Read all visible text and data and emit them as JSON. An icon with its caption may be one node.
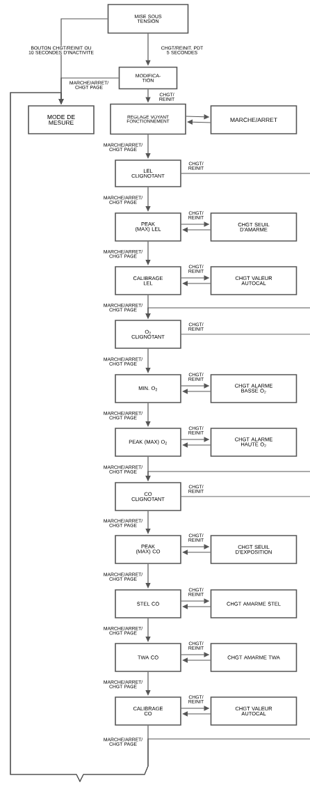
{
  "diagram": {
    "nodes": [
      {
        "text": [
          "MISE SOUS TENSION"
        ]
      },
      {
        "text": [
          "MODIFICA-TION"
        ]
      },
      {
        "text": [
          "MODE DE MESURE"
        ]
      },
      {
        "text": [
          "REGLAGE VOYANT FONCTIONNEMENT"
        ]
      },
      {
        "text": [
          "MARCHE/ARRET"
        ]
      },
      {
        "text": [
          "LEL CLIGNOTANT"
        ]
      },
      {
        "text": [
          "PEAK (MAX) LEL"
        ]
      },
      {
        "text": [
          "CHGT SEUIL D'AMARME"
        ]
      },
      {
        "text": [
          "CALIBRAGE LEL"
        ]
      },
      {
        "text": [
          "CHGT VALEUR AUTOCAL"
        ]
      },
      {
        "text": [
          "O$_{2}$ CLIGNOTANT"
        ]
      },
      {
        "text": [
          "MIN. O$_{2}$"
        ]
      },
      {
        "text": [
          "CHGT ALARME BASSE O$_{2}$"
        ]
      },
      {
        "text": [
          "PEAK (MAX) O$_{2}$"
        ]
      },
      {
        "text": [
          "CHGT ALARME HAUTE O$_{2}$"
        ]
      },
      {
        "text": [
          "CO CLIGNOTANT"
        ]
      },
      {
        "text": [
          "PEAK (MAX) CO"
        ]
      },
      {
        "text": [
          "CHGT SEUIL D'EXPOSITION"
        ]
      },
      {
        "text": [
          "STEL CO"
        ]
      },
      {
        "text": [
          "CHGT AMARME STEL"
        ]
      },
      {
        "text": [
          "TWA CO"
        ]
      },
      {
        "text": [
          "CHGT AMARME TWA"
        ]
      },
      {
        "text": [
          "CALIBRAGE CO"
        ]
      },
      {
        "text": [
          "CHGT VALEUR AUTOCAL"
        ]
      }
    ],
    "edges": [
      {
        "from": 0,
        "to": 1,
        "arrow": "to",
        "label": "CHGT/REINIT. PDT 5 SECONDES"
      },
      {
        "from": 0,
        "to": 2,
        "arrow": "to",
        "label": "BOUTON CHGT/REINIT OU 10 SECONDES D'INACTIVITE"
      },
      {
        "from": 1,
        "to": 2,
        "arrow": "to",
        "label": "MARCHE/ARRET/ CHGT PAGE"
      },
      {
        "from": 1,
        "to": 3,
        "arrow": "to",
        "label": "CHGT/ REINIT"
      },
      {
        "from": 3,
        "to": 4,
        "arrow": "to"
      },
      {
        "from": 4,
        "to": 3,
        "arrow": "to"
      },
      {
        "from": 3,
        "to": 5,
        "arrow": "to",
        "label": "MARCHE/ARRET/ CHGT PAGE"
      },
      {
        "from": 5,
        "to": null,
        "arrow": "none",
        "label": "CHGT/ REINIT"
      },
      {
        "from": 5,
        "to": 6,
        "arrow": "to",
        "label": "MARCHE/ARRET/ CHGT PAGE"
      },
      {
        "from": 6,
        "to": 7,
        "arrow": "to",
        "label": "CHGT/ REINIT"
      },
      {
        "from": 7,
        "to": 6,
        "arrow": "to"
      },
      {
        "from": 6,
        "to": 8,
        "arrow": "to",
        "label": "MARCHE/ARRET/ CHGT PAGE"
      },
      {
        "from": 8,
        "to": 9,
        "arrow": "to",
        "label": "CHGT/ REINIT"
      },
      {
        "from": 9,
        "to": 8,
        "arrow": "to"
      },
      {
        "from": 8,
        "to": 10,
        "arrow": "to",
        "label": "MARCHE/ARRET/ CHGT PAGE"
      },
      {
        "from": null,
        "to": 10,
        "arrow": "to"
      },
      {
        "from": 10,
        "to": null,
        "arrow": "none",
        "label": "CHGT/ REINIT"
      },
      {
        "from": 10,
        "to": 11,
        "arrow": "to",
        "label": "MARCHE/ARRET/ CHGT PAGE"
      },
      {
        "from": 11,
        "to": 12,
        "arrow": "to",
        "label": "CHGT/ REINIT"
      },
      {
        "from": 12,
        "to": 11,
        "arrow": "to"
      },
      {
        "from": 11,
        "to": 13,
        "arrow": "to",
        "label": "MARCHE/ARRET/ CHGT PAGE"
      },
      {
        "from": 13,
        "to": 14,
        "arrow": "to",
        "label": "CHGT/ REINIT"
      },
      {
        "from": 14,
        "to": 13,
        "arrow": "to"
      },
      {
        "from": 13,
        "to": 15,
        "arrow": "to",
        "label": "MARCHE/ARRET/ CHGT PAGE"
      },
      {
        "from": null,
        "to": 15,
        "arrow": "to"
      },
      {
        "from": 15,
        "to": null,
        "arrow": "none",
        "label": "CHGT/ REINIT"
      },
      {
        "from": 15,
        "to": 16,
        "arrow": "to",
        "label": "MARCHE/ARRET/ CHGT PAGE"
      },
      {
        "from": 16,
        "to": 17,
        "arrow": "to",
        "label": "CHGT/ REINIT"
      },
      {
        "from": 17,
        "to": 16,
        "arrow": "to"
      },
      {
        "from": 16,
        "to": 18,
        "arrow": "to",
        "label": "MARCHE/ARRET/ CHGT PAGE"
      },
      {
        "from": 18,
        "to": 19,
        "arrow": "to",
        "label": "CHGT/ REINIT"
      },
      {
        "from": 19,
        "to": 18,
        "arrow": "to"
      },
      {
        "from": 18,
        "to": 20,
        "arrow": "to",
        "label": "MARCHE/ARRET/ CHGT PAGE"
      },
      {
        "from": 20,
        "to": 21,
        "arrow": "to",
        "label": "CHGT/ REINIT"
      },
      {
        "from": 21,
        "to": 20,
        "arrow": "to"
      },
      {
        "from": 20,
        "to": 22,
        "arrow": "to",
        "label": "MARCHE/ARRET/ CHGT PAGE"
      },
      {
        "from": 22,
        "to": 23,
        "arrow": "to",
        "label": "CHGT/ REINIT"
      },
      {
        "from": 23,
        "to": 22,
        "arrow": "to"
      },
      {
        "from": 22,
        "to": 2,
        "arrow": "to",
        "label": "MARCHE/ARRET/ CHGT PAGE"
      },
      {
        "from": null,
        "to": 2,
        "arrow": "to"
      }
    ]
  }
}
